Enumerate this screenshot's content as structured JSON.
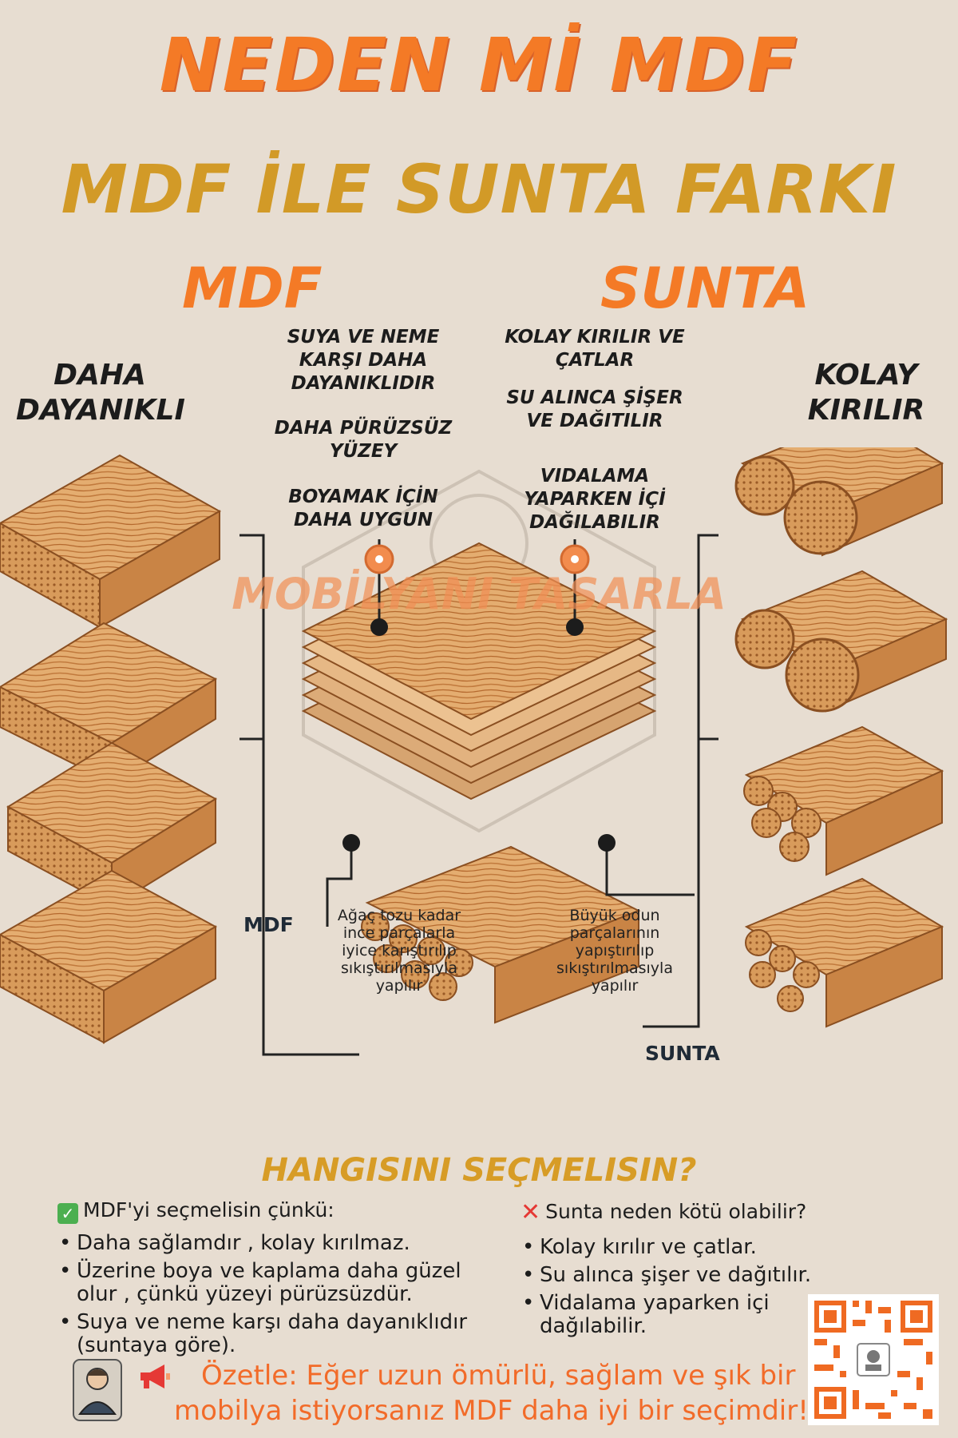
{
  "header": {
    "title": "NEDEN Mİ MDF",
    "subtitle": "MDF İLE SUNTA FARKI",
    "col_mdf": "MDF",
    "col_sunta": "SUNTA"
  },
  "left_head": {
    "line1": "DAHA",
    "line2": "DAYANIKLI"
  },
  "right_head": {
    "line1": "KOLAY",
    "line2": "KIRILIR"
  },
  "mdf_features": [
    {
      "l1": "SUYA VE NEME",
      "l2": "KARŞI DAHA",
      "l3": "DAYANIKLIDIR"
    },
    {
      "l1": "DAHA PÜRÜZSÜZ",
      "l2": "YÜZEY"
    },
    {
      "l1": "BOYAMAK İÇİN",
      "l2": "DAHA UYGUN"
    }
  ],
  "sunta_features": [
    {
      "l1": "KOLAY KIRILIR VE",
      "l2": "ÇATLAR"
    },
    {
      "l1": "SU ALINCA ŞİŞER",
      "l2": "VE DAĞITILIR"
    },
    {
      "l1": "VIDALAMA",
      "l2": "YAPARKEN İÇİ",
      "l3": "DAĞILABILIR"
    }
  ],
  "watermark": "MOBİLYANI TASARLA",
  "mdf_desc": {
    "l1": "Ağaç tozu kadar",
    "l2": "ince parçalarla",
    "l3": "iyice karıştırılıp",
    "l4": "sıkıştırılmasıyla",
    "l5": "yapılır"
  },
  "sunta_desc": {
    "l1": "Büyük odun",
    "l2": "parçalarının",
    "l3": "yapıştırılıp",
    "l4": "sıkıştırılmasıyla",
    "l5": "yapılır"
  },
  "labels": {
    "mdf": "MDF",
    "sunta": "SUNTA"
  },
  "choose_title": "HANGISINI SEÇMELISIN?",
  "mdf_list": {
    "title": "MDF'yi seçmelisin çünkü:",
    "items": [
      "Daha sağlamdır , kolay kırılmaz.",
      "Üzerine boya ve kaplama daha güzel olur , çünkü yüzeyi pürüzsüzdür.",
      "Suya ve neme karşı daha dayanıklıdır (suntaya göre)."
    ]
  },
  "sunta_list": {
    "title": "Sunta neden kötü olabilir?",
    "items": [
      "Kolay kırılır ve çatlar.",
      "Su alınca şişer ve dağıtılır.",
      "Vidalama yaparken içi dağılabilir."
    ]
  },
  "summary": "Özetle: Eğer uzun ömürlü, sağlam ve şık bir mobilya istiyorsanız MDF daha iyi bir seçimdir!",
  "colors": {
    "background": "#e7ddd1",
    "orange": "#f47a26",
    "gold": "#d29a27",
    "wood_light": "#e9b77c",
    "wood_dark": "#b86c33",
    "dark": "#1c1c1c"
  },
  "icons": [
    "check-icon",
    "cross-icon",
    "megaphone-icon",
    "qr-code-icon",
    "carpenter-avatar-icon"
  ]
}
